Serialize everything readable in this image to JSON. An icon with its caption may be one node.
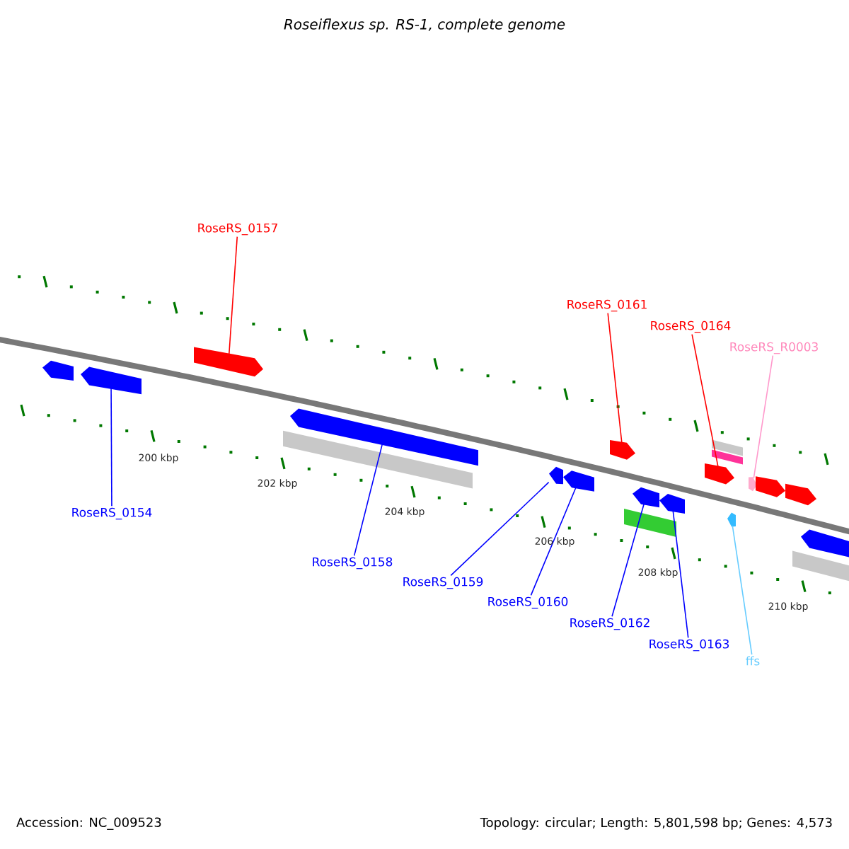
{
  "diagram": {
    "title": "Roseiflexus sp. RS-1, complete genome",
    "nodes": [
      {
        "text": [
          "RoseRS_0157"
        ]
      },
      {
        "text": [
          "RoseRS_0161"
        ]
      },
      {
        "text": [
          "RoseRS_0164"
        ]
      },
      {
        "text": [
          "RoseRS_R0003"
        ]
      },
      {
        "text": [
          "RoseRS_0154"
        ]
      },
      {
        "text": [
          "RoseRS_0158"
        ]
      },
      {
        "text": [
          "RoseRS_0159"
        ]
      },
      {
        "text": [
          "RoseRS_0160"
        ]
      },
      {
        "text": [
          "RoseRS_0162"
        ]
      },
      {
        "text": [
          "RoseRS_0163"
        ]
      },
      {
        "text": [
          "ffs"
        ]
      },
      {
        "text": [],
        "shape": "bar"
      },
      {
        "text": [],
        "shape": "bar"
      },
      {
        "text": [],
        "shape": "bar"
      },
      {
        "text": [],
        "shape": "bar"
      },
      {
        "text": [],
        "shape": "bar"
      },
      {
        "text": [],
        "shape": "bar"
      },
      {
        "text": [],
        "shape": "bar"
      },
      {
        "text": [],
        "shape": "bar"
      },
      {
        "text": [],
        "shape": "bar"
      },
      {
        "text": [],
        "shape": "bar"
      },
      {
        "text": [],
        "shape": "bar"
      },
      {
        "text": [],
        "shape": "bar"
      },
      {
        "text": [],
        "shape": "bar"
      },
      {
        "text": [],
        "shape": "bar"
      },
      {
        "text": [],
        "shape": "bar"
      },
      {
        "text": [],
        "shape": "bar"
      },
      {
        "text": [],
        "shape": "bar"
      },
      {
        "text": [],
        "shape": "bar"
      },
      {
        "text": [],
        "shape": "bar"
      },
      {
        "text": [],
        "shape": "bar"
      }
    ],
    "edges": [
      {
        "from": 0,
        "to": 12,
        "arrow": "none",
        "color": "#ff0000"
      },
      {
        "from": 1,
        "to": 16,
        "arrow": "none",
        "color": "#ff0000"
      },
      {
        "from": 2,
        "to": 20,
        "arrow": "none",
        "color": "#ff0000"
      },
      {
        "from": 3,
        "to": 21,
        "arrow": "none",
        "color": "#ff99cc"
      },
      {
        "from": 4,
        "to": 11,
        "arrow": "none"
      },
      {
        "from": 5,
        "to": 13,
        "arrow": "none"
      },
      {
        "from": 6,
        "to": 14,
        "arrow": "none"
      },
      {
        "from": 7,
        "to": 15,
        "arrow": "none"
      },
      {
        "from": 8,
        "to": 17,
        "arrow": "none"
      },
      {
        "from": 9,
        "to": 18,
        "arrow": "none"
      },
      {
        "from": 10,
        "to": 19,
        "arrow": "none",
        "color": "#66ccff"
      }
    ],
    "labels": [
      "200 kbp",
      "202 kbp",
      "204 kbp",
      "206 kbp",
      "208 kbp",
      "210 kbp",
      "Accession: NC_009523",
      "Topology: circular; Length: 5,801,598 bp; Genes: 4,573"
    ]
  }
}
